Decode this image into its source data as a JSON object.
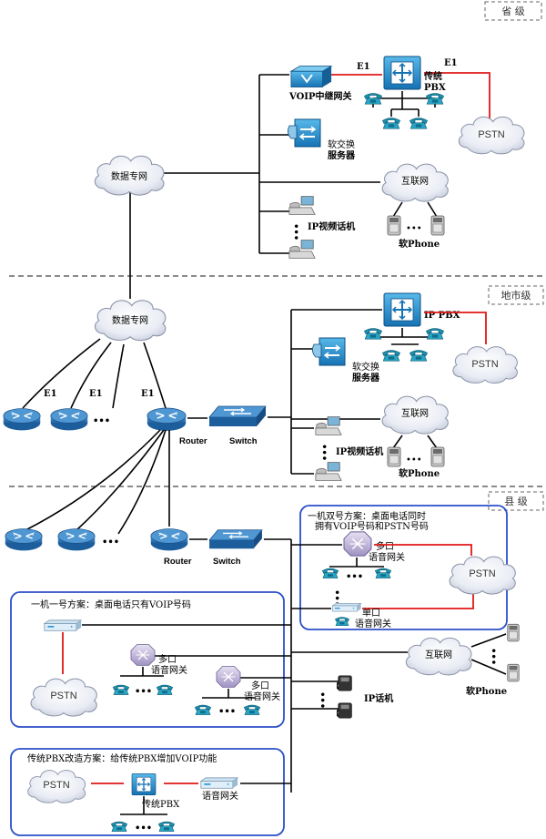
{
  "tiers": {
    "province": "省 级",
    "city": "地市级",
    "county": "县 级"
  },
  "province": {
    "voip_gateway": "VOIP中继网关",
    "e1_left": "E1",
    "e1_right": "E1",
    "pbx_line1": "传统",
    "pbx_line2": "PBX",
    "pstn": "PSTN",
    "softswitch_line1": "软交换",
    "softswitch_line2": "服务器",
    "data_network": "数据专网",
    "internet": "互联网",
    "ip_video_phone": "IP视频话机",
    "soft_phone": "软Phone"
  },
  "city": {
    "data_network": "数据专网",
    "e1_a": "E1",
    "e1_b": "E1",
    "e1_c": "E1",
    "ip_pbx": "IP PBX",
    "pstn": "PSTN",
    "softswitch_line1": "软交换",
    "softswitch_line2": "服务器",
    "internet": "互联网",
    "router": "Router",
    "switch": "Switch",
    "ip_video_phone": "IP视频话机",
    "soft_phone": "软Phone"
  },
  "county": {
    "router": "Router",
    "switch": "Switch",
    "dual_title_line1": "一机双号方案：桌面电话同时",
    "dual_title_line2": "拥有VOIP号码和PSTN号码",
    "multi_gw_line1": "多口",
    "multi_gw_line2": "语音网关",
    "single_gw_line1": "单口",
    "single_gw_line2": "语音网关",
    "pstn_dual": "PSTN",
    "single_title": "一机一号方案：桌面电话只有VOIP号码",
    "pstn_single": "PSTN",
    "multi_gw2_line1": "多口",
    "multi_gw2_line2": "语音网关",
    "multi_gw3_line1": "多口",
    "multi_gw3_line2": "语音网关",
    "internet": "互联网",
    "soft_phone": "软Phone",
    "ip_phone": "IP话机",
    "pbx_title": "传统PBX改造方案：给传统PBX增加VOIP功能",
    "pstn_pbx": "PSTN",
    "pbx_label": "传统PBX",
    "voice_gw": "语音网关"
  },
  "dots": "•••",
  "colors": {
    "cloud_fill": "#eef0f6",
    "device_blue": "#1e8fc8",
    "router_blue": "#2f7fc2",
    "phone_teal": "#1a8fae",
    "panel_border": "#2b4fc8",
    "link_red": "#e01818"
  }
}
